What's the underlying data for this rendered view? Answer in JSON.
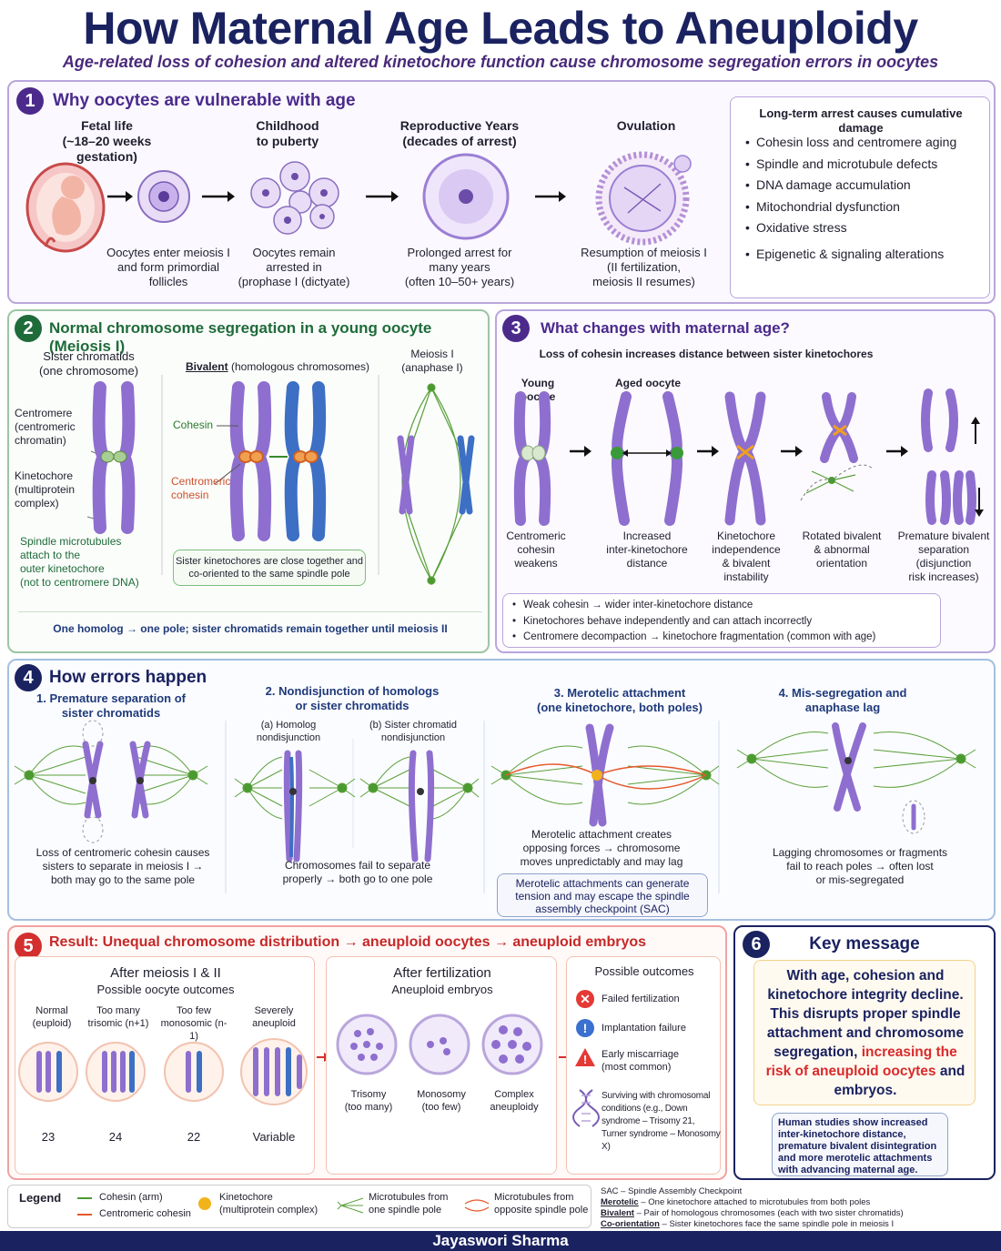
{
  "header": {
    "title": "How Maternal Age Leads to Aneuploidy",
    "subtitle": "Age-related loss of cohesion and altered kinetochore function cause chromosome segregation errors in oocytes"
  },
  "p1": {
    "num": "1",
    "title": "Why oocytes are vulnerable with age",
    "stages": [
      {
        "head": "Fetal life\n(~18–20 weeks\ngestation)",
        "desc": "Oocytes enter meiosis I\nand form primordial\nfollicles"
      },
      {
        "head": "Childhood\nto puberty",
        "desc": "Oocytes remain\narrested in\n(prophase I (dictyate)"
      },
      {
        "head": "Reproductive Years\n(decades of arrest)",
        "desc": "Prolonged arrest for\nmany years\n(often 10–50+ years)"
      },
      {
        "head": "Ovulation",
        "desc": "Resumption of meiosis I\n(II fertilization,\nmeiosis II resumes)"
      }
    ],
    "damage_title": "Long-term arrest causes cumulative damage",
    "damage": [
      "Cohesin loss and centromere aging",
      "Spindle and microtubule defects",
      "DNA damage accumulation",
      "Mitochondrial dysfunction",
      "Oxidative stress",
      "Epigenetic & signaling alterations"
    ]
  },
  "p2": {
    "num": "2",
    "title": "Normal chromosome segregation in a young oocyte (Meiosis I)",
    "sister": "Sister chromatids\n(one chromosome)",
    "centromere": "Centromere\n(centromeric\nchromatin)",
    "kinetochore": "Kinetochore\n(multiprotein\ncomplex)",
    "spindle": "Spindle microtubules\nattach to the\nouter kinetochore\n(not to centromere DNA)",
    "bivalent_word": "Bivalent",
    "bivalent_rest": " (homologous chromosomes)",
    "cohesin": "Cohesin",
    "centromeric_cohesin": "Centromeric\ncohesin",
    "meiosis": "Meiosis I\n(anaphase I)",
    "note": "Sister kinetochores are close together and\nco-oriented to the same spindle pole",
    "bottom": "One homolog → one pole; sister chromatids remain together until meiosis II"
  },
  "p3": {
    "num": "3",
    "title": "What changes with maternal age?",
    "sub": "Loss of cohesin increases distance between sister kinetochores",
    "young": "Young oocyte",
    "aged": "Aged oocyte",
    "labels": [
      "Centromeric\ncohesin\nweakens",
      "Increased\ninter-kinetochore\ndistance",
      "Kinetochore\nindependence\n& bivalent\ninstability",
      "Rotated bivalent\n& abnormal\norientation",
      "Premature bivalent\nseparation\n(disjunction\nrisk increases)"
    ],
    "bullets": [
      "Weak cohesin → wider inter-kinetochore distance",
      "Kinetochores behave independently and can attach incorrectly",
      "Centromere decompaction → kinetochore fragmentation (common with age)"
    ]
  },
  "p4": {
    "num": "4",
    "title": "How errors happen",
    "c1": {
      "head": "1. Premature separation of\nsister chromatids",
      "desc": "Loss of centromeric cohesin causes\nsisters to separate in meiosis I →\nboth may go to the same pole"
    },
    "c2": {
      "head": "2. Nondisjunction of homologs\nor sister chromatids",
      "a": "(a) Homolog\nnondisjunction",
      "b": "(b) Sister chromatid\nnondisjunction",
      "desc": "Chromosomes fail to separate\nproperly → both go to one pole"
    },
    "c3": {
      "head": "3. Merotelic attachment\n(one kinetochore, both poles)",
      "desc": "Merotelic attachment creates\nopposing forces → chromosome\nmoves unpredictably and may lag",
      "note": "Merotelic attachments can generate\ntension and may escape the spindle\nassembly checkpoint (SAC)"
    },
    "c4": {
      "head": "4. Mis-segregation and\nanaphase lag",
      "desc": "Lagging chromosomes or fragments\nfail to reach poles → often lost\nor mis-segregated"
    }
  },
  "p5": {
    "num": "5",
    "title": "Result: Unequal chromosome distribution → aneuploid oocytes → aneuploid embryos",
    "a_title": "After meiosis I & II",
    "a_sub": "Possible oocyte outcomes",
    "outcomes": [
      {
        "label": "Normal\n(euploid)",
        "n": "23"
      },
      {
        "label": "Too many\ntrisomic (n+1)",
        "n": "24"
      },
      {
        "label": "Too few\nmonosomic (n-1)",
        "n": "22"
      },
      {
        "label": "Severely\naneuploid",
        "n": "Variable"
      }
    ],
    "b_title": "After fertilization",
    "b_sub": "Aneuploid embryos",
    "embryos": [
      "Trisomy\n(too many)",
      "Monosomy\n(too few)",
      "Complex\naneuploidy"
    ],
    "c_title": "Possible outcomes",
    "results": [
      "Failed fertilization",
      "Implantation failure",
      "Early miscarriage\n(most common)",
      "Surviving with chromosomal\nconditions (e.g., Down\nsyndrome – Trisomy 21,\nTurner syndrome – Monosomy X)"
    ]
  },
  "p6": {
    "num": "6",
    "title": "Key message",
    "msg_a": "With age, cohesion and kinetochore integrity decline. This disrupts proper spindle attachment and chromosome segregation, ",
    "msg_hl": "increasing the risk of aneuploid oocytes",
    "msg_b": " and embryos.",
    "note": "Human studies show increased inter-kinetochore distance, premature bivalent disintegration and more merotelic attachments with advancing maternal age."
  },
  "legend": {
    "title": "Legend",
    "cohesin_arm": "Cohesin (arm)",
    "centromeric": "Centromeric cohesin",
    "kinetochore": "Kinetochore\n(multiprotein complex)",
    "mt_one": "Microtubules from\none spindle pole",
    "mt_opp": "Microtubules from\nopposite spindle pole"
  },
  "glossary": [
    {
      "term": "",
      "def": "SAC – Spindle Assembly Checkpoint"
    },
    {
      "term": "Merotelic",
      "def": " – One kinetochore attached to microtubules from both poles"
    },
    {
      "term": "Bivalent",
      "def": " – Pair of homologous chromosomes (each with two sister chromatids)"
    },
    {
      "term": "Co-orientation",
      "def": " – Sister kinetochores face the same spindle pole in meiosis I"
    }
  ],
  "footer": "Jayaswori Sharma",
  "colors": {
    "purple": "#9b7fd4",
    "blue": "#3d6fc4",
    "green": "#4a9a30",
    "orange": "#f08a1e",
    "red": "#e34a3a",
    "navy": "#1a2260"
  }
}
